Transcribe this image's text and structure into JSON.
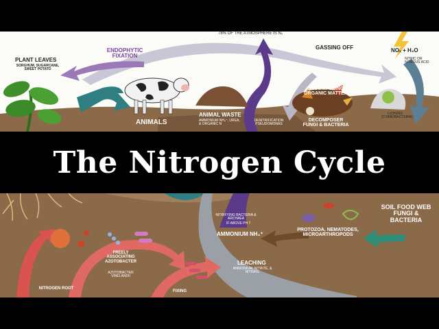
{
  "title": "The Nitrogen Cycle",
  "top_panel": {
    "atmosphere_note": "78% OF THE ATMOSPHERE IS N₂",
    "gassing_off": "GASSING OFF",
    "nox_label": "NOₓ + H₂O",
    "nitric_acid": "NITRIC OR NITROUS ACID",
    "endophytic_fixation": "ENDOPHYTIC FIXATION",
    "plant_leaves": "PLANT LEAVES",
    "plant_leaves_examples": "SORGHUM, SUGARCANE, SWEET POTATO",
    "animals": "ANIMALS",
    "animal_waste": "ANIMAL WASTE",
    "animal_waste_detail": "AMMONIUM NH₄⁺, UREA, & ORGANIC N",
    "denitrification": "DENITRIFICATION PSEUDOMONAS",
    "decomposing_organic_matter": "DECOMPOSING ORGANIC MATTER",
    "decomposer_fungi_bacteria": "DECOMPOSER FUNGI & BACTERIA",
    "lichens": "LICHENS (CYANOBACTERIA)"
  },
  "bottom_panel": {
    "soil_food_web": "SOIL FOOD WEB FUNGI & BACTERIA",
    "protozoa": "PROTOZOA, NEMATODES, MICROARTHROPODS",
    "ammonium": "AMMONIUM NH₄⁺",
    "nitrifying": "NITRIFYING BACTERIA & ARCHAEA",
    "nitrifying_ph": "IF ABOVE PH 7",
    "leaching": "LEACHING",
    "leaching_detail": "AMMONIUM, NITRITE, & NITRATE",
    "freely_associating": "FREELY ASSOCIATING AZOTOBACTER",
    "azotobacter_species": "AZOTOBACTER VINELANDII",
    "nitrogen_root": "NITROGEN ROOT",
    "fixing": "FIXING"
  },
  "colors": {
    "soil": "#8b6a4a",
    "soil_dark": "#6f5136",
    "sky_arrow": "#c9c6d6",
    "blue_arrow": "#5b7f95",
    "purple_arrow": "#5b3a8a",
    "red_arrow": "#d9534f",
    "teal_arrow": "#2f8f7a",
    "background": "#fbfbf8"
  }
}
